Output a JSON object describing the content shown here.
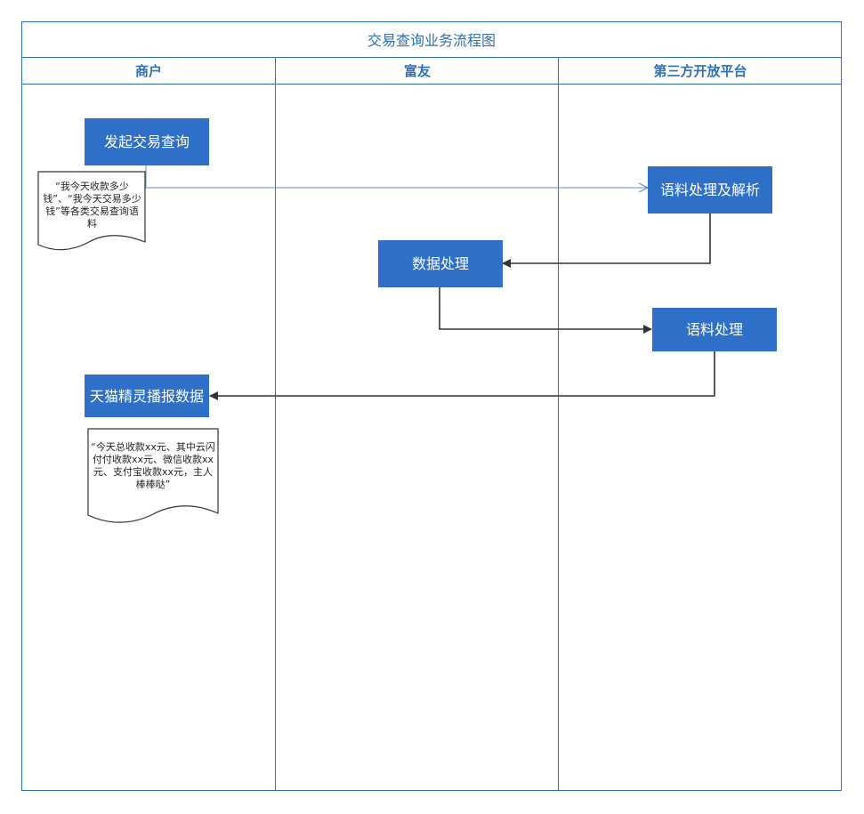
{
  "title": "交易查询业务流程图",
  "lanes": [
    "商户",
    "富友",
    "第三方开放平台"
  ],
  "nodes": {
    "start_query": "发起交易查询",
    "parse": "语料处理及解析",
    "data_process": "数据处理",
    "corpus_process": "语料处理",
    "broadcast": "天猫精灵播报数据"
  },
  "docs": {
    "query_corpus": "“我今天收款多少钱”、“我今天交易多少钱”等各类交易查询语料",
    "reply_corpus": "“今天总收款xx元、其中云闪付付收款xx元、微信收款xx元、支付宝收款xx元，主人棒棒哒”"
  },
  "colors": {
    "lane_border": "#2E6FB6",
    "process_fill": "#2E6FC8",
    "arrow_dark": "#333333",
    "arrow_light": "#5B8FD6"
  }
}
